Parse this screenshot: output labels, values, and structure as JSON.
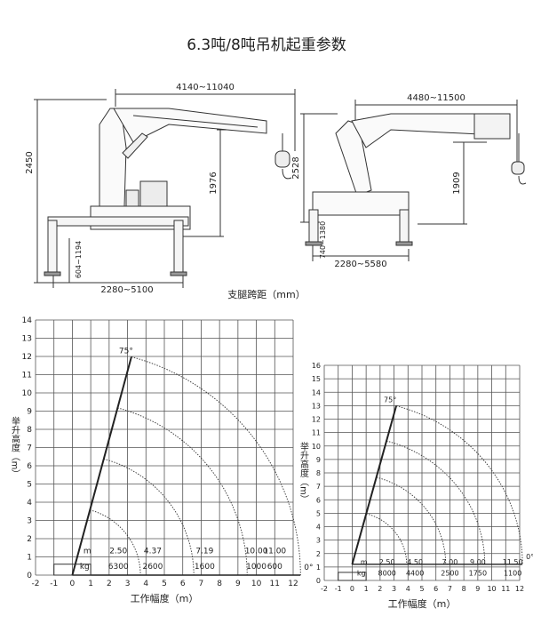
{
  "title": "6.3吨/8吨吊机起重参数",
  "drawing_caption": "支腿跨距（mm）",
  "crane_left": {
    "reach": "4140~11040",
    "height_total": "2450",
    "hook_height": "1976",
    "outrigger_height": "604~1194",
    "outrigger_span": "2280~5100"
  },
  "crane_right": {
    "reach": "4480~11500",
    "height_total": "2528",
    "hook_height": "1909",
    "outrigger_height": "740~1380",
    "outrigger_span": "2280~5580"
  },
  "chart_data": [
    {
      "type": "load-chart",
      "xlabel": "工作幅度（m）",
      "ylabel": "举升高度（m）",
      "xlim": [
        -2,
        12
      ],
      "ylim": [
        0,
        14
      ],
      "x_ticks": [
        "-2",
        "-1",
        "0",
        "1",
        "2",
        "3",
        "4",
        "5",
        "6",
        "7",
        "8",
        "9",
        "10",
        "11",
        "12"
      ],
      "y_ticks": [
        "0",
        "1",
        "2",
        "3",
        "4",
        "5",
        "6",
        "7",
        "8",
        "9",
        "10",
        "11",
        "12",
        "13",
        "14"
      ],
      "max_angle": "75°",
      "min_angle": "0°",
      "unit_labels": [
        "m",
        "kg"
      ],
      "radii": [
        "2.50",
        "4.37",
        "7.19",
        "10.00",
        "11.00"
      ],
      "loads": [
        "6300",
        "2600",
        "1600",
        "1000",
        "600"
      ],
      "arc_radii": [
        3.7,
        6.6,
        9.5,
        12.4
      ],
      "arc_center": [
        0,
        0
      ]
    },
    {
      "type": "load-chart",
      "xlabel": "工作幅度（m）",
      "ylabel": "举升高度（m）",
      "xlim": [
        -2,
        12
      ],
      "ylim": [
        0,
        16
      ],
      "x_ticks": [
        "-2",
        "-1",
        "0",
        "1",
        "2",
        "3",
        "4",
        "5",
        "6",
        "7",
        "8",
        "9",
        "10",
        "11",
        "12"
      ],
      "y_ticks": [
        "0",
        "1",
        "2",
        "3",
        "4",
        "5",
        "6",
        "7",
        "8",
        "9",
        "10",
        "11",
        "12",
        "13",
        "14",
        "15",
        "16"
      ],
      "max_angle": "75°",
      "min_angle": "0°",
      "unit_labels": [
        "m",
        "kg"
      ],
      "radii": [
        "2.50",
        "4.50",
        "7.00",
        "9.00",
        "11.50"
      ],
      "loads": [
        "8000",
        "4400",
        "2500",
        "1750",
        "1100"
      ],
      "arc_radii": [
        3.9,
        6.7,
        9.5,
        12.2
      ],
      "arc_center": [
        0,
        1.2
      ]
    }
  ]
}
